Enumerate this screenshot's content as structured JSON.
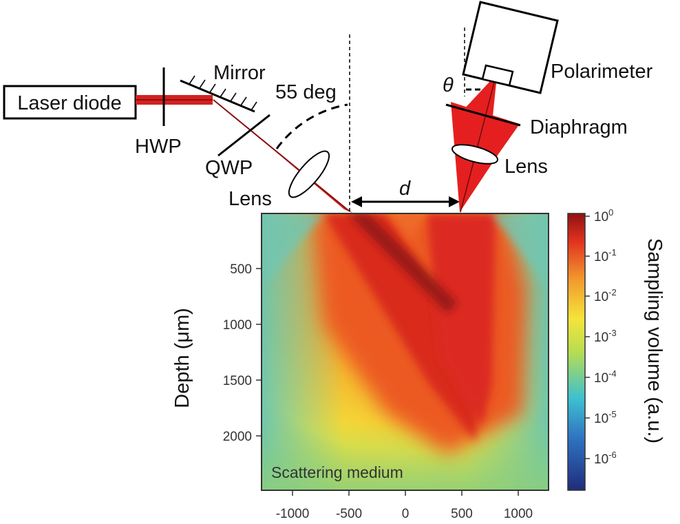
{
  "labels": {
    "laser": "Laser diode",
    "hwp": "HWP",
    "mirror": "Mirror",
    "qwp": "QWP",
    "lens_left": "Lens",
    "angle": "55 deg",
    "distance": "d",
    "theta": "θ",
    "polarimeter": "Polarimeter",
    "diaphragm": "Diaphragm",
    "lens_right": "Lens"
  },
  "heatmap": {
    "medium_label": "Scattering medium",
    "y_label": "Depth (μm)",
    "y_ticks": [
      "500",
      "1000",
      "1500",
      "2000"
    ],
    "x_ticks": [
      "-1000",
      "-500",
      "0",
      "500",
      "1000"
    ]
  },
  "colorbar": {
    "label": "Sampling volume (a.u.)",
    "ticks": [
      {
        "base": "10",
        "exp": "0"
      },
      {
        "base": "10",
        "exp": "-1"
      },
      {
        "base": "10",
        "exp": "-2"
      },
      {
        "base": "10",
        "exp": "-3"
      },
      {
        "base": "10",
        "exp": "-4"
      },
      {
        "base": "10",
        "exp": "-5"
      },
      {
        "base": "10",
        "exp": "-6"
      }
    ]
  },
  "colors": {
    "beam": "#d42020",
    "beam_dark": "#8a1010",
    "heat_hot": "#c41a1a",
    "heat_mid": "#f07a24",
    "heat_low": "#f3e53a",
    "heat_edge": "#2fb5c8"
  }
}
